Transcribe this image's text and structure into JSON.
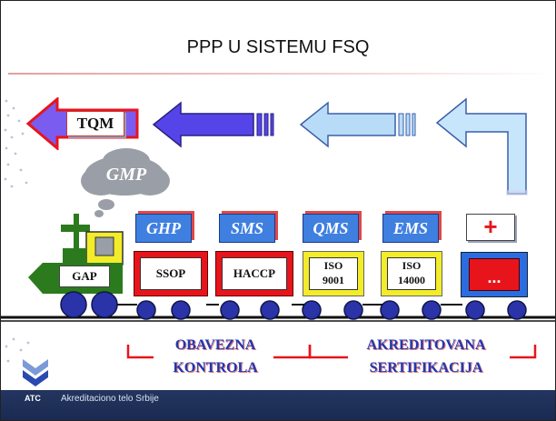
{
  "slide": {
    "title": "PPP U SISTEMU FSQ",
    "footer_org": "Akreditaciono telo Srbije",
    "footer_logo_text": "ATC"
  },
  "arrows": {
    "tqm": "TQM"
  },
  "cloud": {
    "label": "GMP"
  },
  "systems": [
    "GHP",
    "SMS",
    "QMS",
    "EMS",
    "+"
  ],
  "wagons": {
    "gap": "GAP",
    "ssop": "SSOP",
    "haccp": "HACCP",
    "iso9001_a": "ISO",
    "iso9001_b": "9001",
    "iso14000_a": "ISO",
    "iso14000_b": "14000",
    "more": "..."
  },
  "bottom": {
    "left_a": "OBAVEZNA",
    "left_b": "KONTROLA",
    "right_a": "AKREDITOVANA",
    "right_b": "SERTIFIKACIJA"
  },
  "colors": {
    "accent_red": "#e8141c",
    "arrow_blue": "#b8dcf8",
    "arrow_purple": "#5545e8",
    "system_box": "#3f7fe0",
    "footer": "#1f2f5a"
  }
}
